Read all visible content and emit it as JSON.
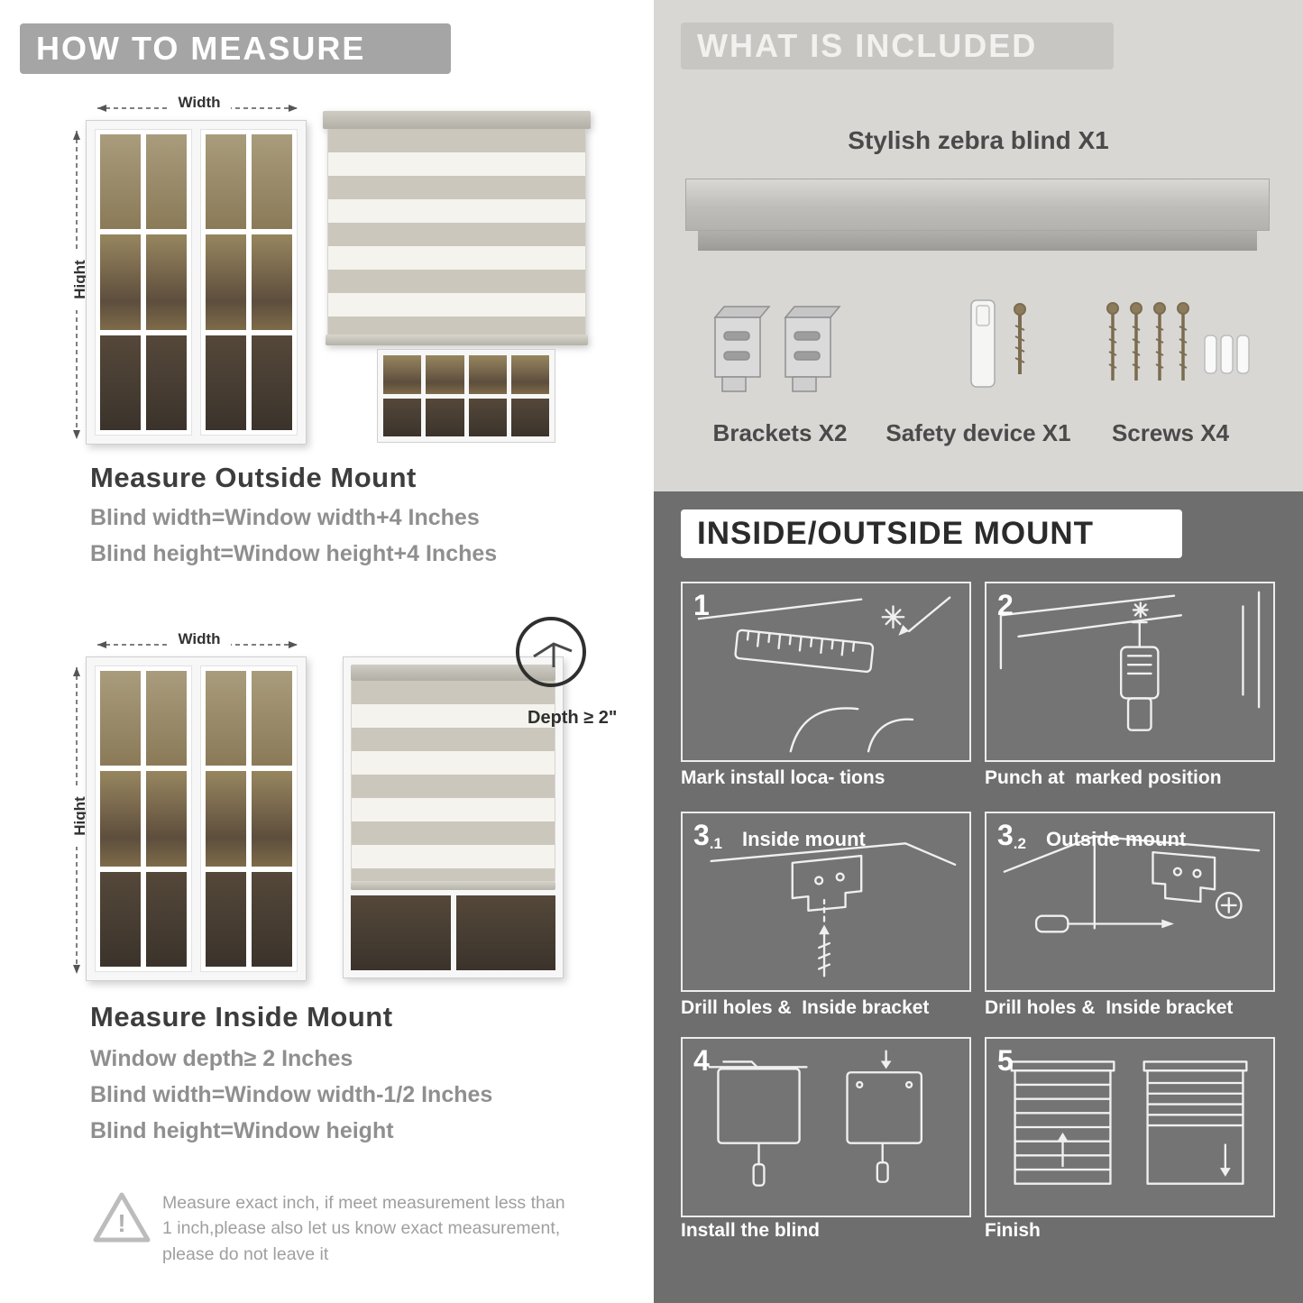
{
  "measure": {
    "header": "HOW TO MEASURE",
    "outside": {
      "width_label": "Width",
      "height_label": "Hight",
      "title": "Measure Outside Mount",
      "lines": [
        "Blind width=Window width+4 Inches",
        "Blind height=Window height+4 Inches"
      ]
    },
    "inside": {
      "width_label": "Width",
      "height_label": "Hight",
      "depth_label": "Depth ≥ 2\"",
      "title": "Measure Inside Mount",
      "lines": [
        "Window depth≥ 2 Inches",
        "Blind width=Window width-1/2 Inches",
        "Blind height=Window height"
      ]
    },
    "warning_text": "Measure exact inch, if meet measurement less than 1 inch,please also let us know exact measurement, please do not leave it"
  },
  "included": {
    "header": "WHAT IS INCLUDED",
    "product_label": "Stylish zebra blind X1",
    "items": [
      {
        "label": "Brackets X2"
      },
      {
        "label": "Safety device X1"
      },
      {
        "label": "Screws X4"
      }
    ]
  },
  "mount": {
    "header": "INSIDE/OUTSIDE MOUNT",
    "steps": [
      {
        "num": "1",
        "caption": "Mark install loca- tions"
      },
      {
        "num": "2",
        "caption": "Punch at  marked position"
      },
      {
        "num": "3",
        "sub": ".1",
        "label": "Inside mount",
        "caption": "Drill holes &  Inside bracket"
      },
      {
        "num": "3",
        "sub": ".2",
        "label": "Outside mount",
        "caption": "Drill holes &  Inside bracket"
      },
      {
        "num": "4",
        "caption": "Install the blind"
      },
      {
        "num": "5",
        "caption": "Finish"
      }
    ]
  },
  "colors": {
    "left_header_bar": "#a5a5a5",
    "included_bg": "#d8d7d4",
    "included_header_bar": "#c7c6c3",
    "mount_bg": "#6e6e6e",
    "gray_text": "#8f8f8f"
  }
}
